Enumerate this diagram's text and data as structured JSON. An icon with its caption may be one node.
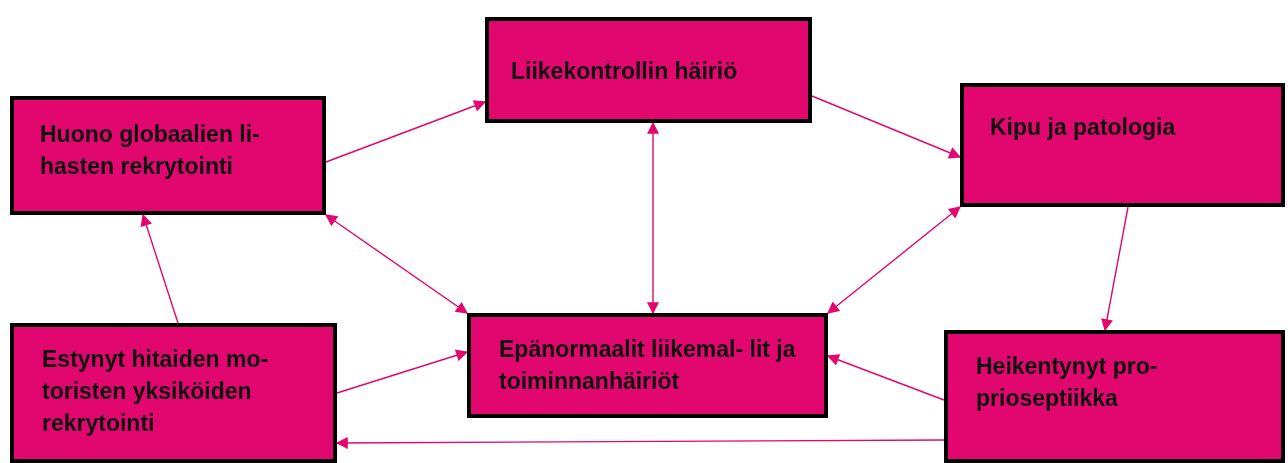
{
  "diagram": {
    "nodes": [
      {
        "text": [
          "Liikekontrollin häiriö"
        ]
      },
      {
        "text": [
          "Huono globaalien li- hasten rekrytointi"
        ]
      },
      {
        "text": [
          "Kipu ja patologia"
        ]
      },
      {
        "text": [
          "Epänormaalit liikemal- lit ja toiminnanhäiriöt"
        ]
      },
      {
        "text": [
          "Estynyt hitaiden mo- toristen yksiköiden rekrytointi"
        ]
      },
      {
        "text": [
          "Heikentynyt pro- prioseptiikka"
        ]
      }
    ],
    "edges": [
      {
        "from": 1,
        "to": 0,
        "arrow": "to"
      },
      {
        "from": 0,
        "to": 2,
        "arrow": "to"
      },
      {
        "from": 0,
        "to": 3,
        "arrow": "both"
      },
      {
        "from": 1,
        "to": 3,
        "arrow": "both"
      },
      {
        "from": 2,
        "to": 3,
        "arrow": "both"
      },
      {
        "from": 2,
        "to": 5,
        "arrow": "to"
      },
      {
        "from": 4,
        "to": 1,
        "arrow": "to"
      },
      {
        "from": 4,
        "to": 3,
        "arrow": "to"
      },
      {
        "from": 5,
        "to": 3,
        "arrow": "to"
      },
      {
        "from": 5,
        "to": 4,
        "arrow": "to"
      }
    ]
  }
}
